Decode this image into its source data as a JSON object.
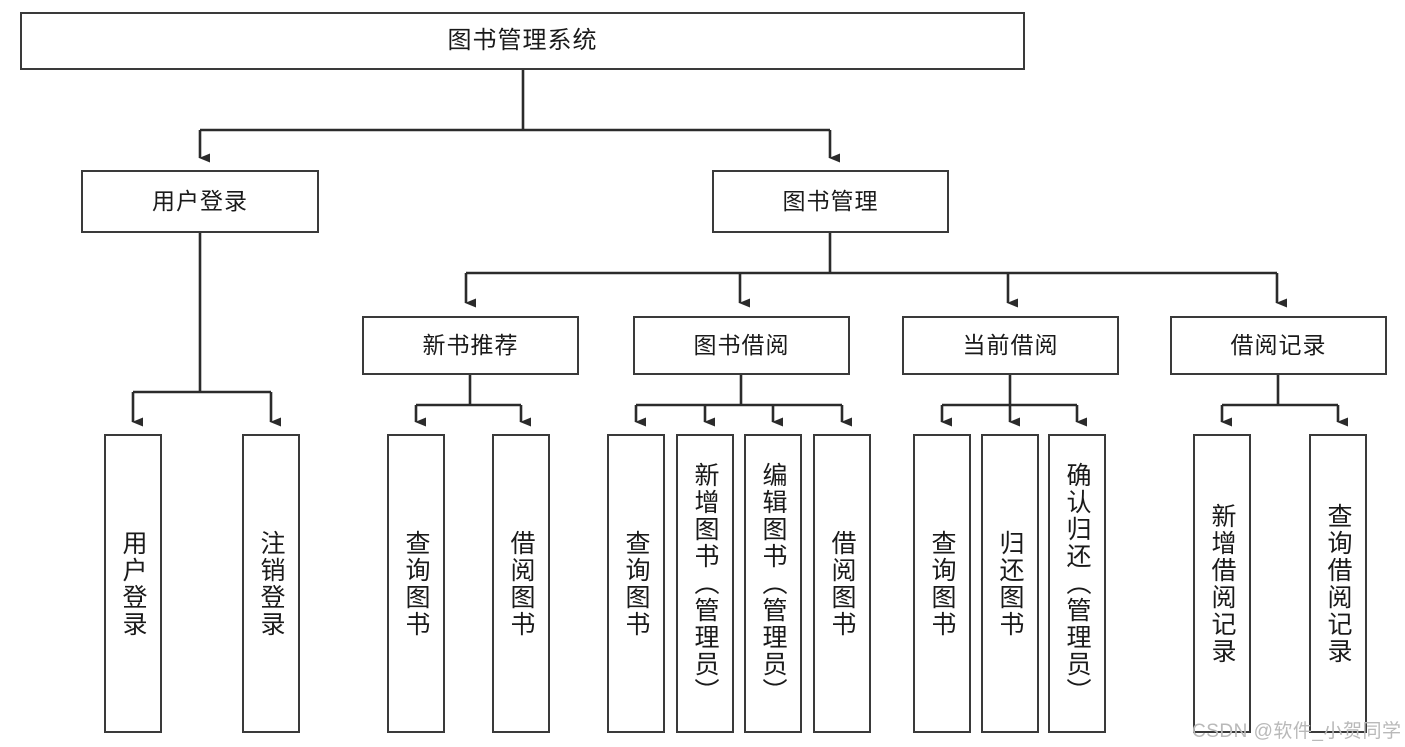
{
  "diagram": {
    "title": "图书管理系统",
    "type": "tree-hierarchy",
    "orientation": "top-down",
    "colors": {
      "box_border": "#3a3a3a",
      "box_fill": "#ffffff",
      "edge": "#2b2b2b",
      "text": "#1a1a1a",
      "watermark": "#b9b9b9"
    }
  },
  "nodes": {
    "root": {
      "label": "图书管理系统",
      "level": 1
    },
    "level2": [
      {
        "id": "user-login",
        "label": "用户登录"
      },
      {
        "id": "book-manage",
        "label": "图书管理"
      }
    ],
    "level3": [
      {
        "id": "new-book-recommend",
        "label": "新书推荐"
      },
      {
        "id": "book-borrow",
        "label": "图书借阅"
      },
      {
        "id": "current-borrow",
        "label": "当前借阅"
      },
      {
        "id": "borrow-record",
        "label": "借阅记录"
      }
    ],
    "leaves": {
      "user-login": [
        {
          "id": "leaf-user-login",
          "label": "用户登录"
        },
        {
          "id": "leaf-logout-login",
          "label": "注销登录"
        }
      ],
      "new-book-recommend": [
        {
          "id": "leaf-query-book-1",
          "label": "查询图书"
        },
        {
          "id": "leaf-borrow-book-1",
          "label": "借阅图书"
        }
      ],
      "book-borrow": [
        {
          "id": "leaf-query-book-2",
          "label": "查询图书"
        },
        {
          "id": "leaf-add-book",
          "label": "新增图书（管理员）"
        },
        {
          "id": "leaf-edit-book",
          "label": "编辑图书（管理员）"
        },
        {
          "id": "leaf-borrow-book-2",
          "label": "借阅图书"
        }
      ],
      "current-borrow": [
        {
          "id": "leaf-query-book-3",
          "label": "查询图书"
        },
        {
          "id": "leaf-return-book",
          "label": "归还图书"
        },
        {
          "id": "leaf-confirm-return",
          "label": "确认归还（管理员）"
        }
      ],
      "borrow-record": [
        {
          "id": "leaf-add-record",
          "label": "新增借阅记录"
        },
        {
          "id": "leaf-query-record",
          "label": "查询借阅记录"
        }
      ]
    }
  },
  "watermark": {
    "text": "CSDN @软件_小贺同学"
  }
}
